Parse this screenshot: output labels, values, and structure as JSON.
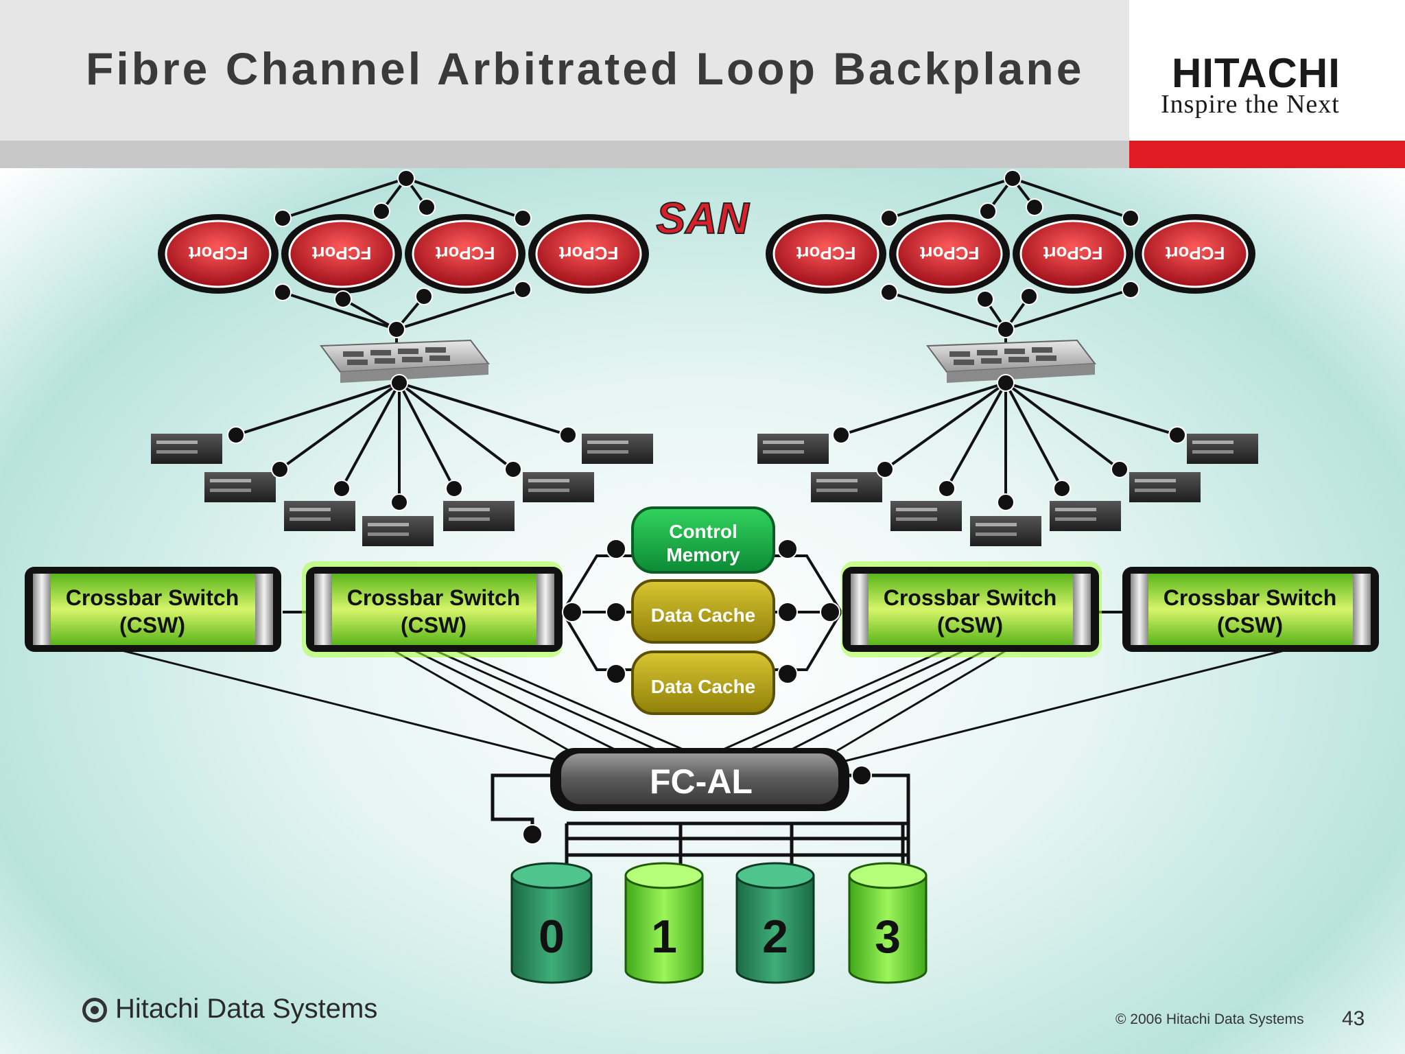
{
  "slide": {
    "title": "Fibre Channel Arbitrated Loop Backplane",
    "page_number": "43",
    "copyright": "© 2006 Hitachi Data Systems"
  },
  "logo": {
    "brand": "HITACHI",
    "tagline": "Inspire the Next"
  },
  "footer_logo": {
    "label": "Hitachi Data Systems"
  },
  "diagram": {
    "san_label": "SAN",
    "fcport_label": "FCPort",
    "control_memory_line1": "Control",
    "control_memory_line2": "Memory",
    "data_cache_label": "Data Cache",
    "csw_line1": "Crossbar Switch",
    "csw_line2": "(CSW)",
    "fcal_label": "FC-AL",
    "disk_labels": [
      "0",
      "1",
      "2",
      "3"
    ]
  },
  "colors": {
    "fcport_red": "#d8202a",
    "csw_green": "#5fc21e",
    "cache_olive": "#b7a613",
    "memory_green": "#1fb44a",
    "disk_dark": "#2d8f62",
    "disk_bright": "#6fe02f",
    "accent_red": "#e01b22"
  }
}
